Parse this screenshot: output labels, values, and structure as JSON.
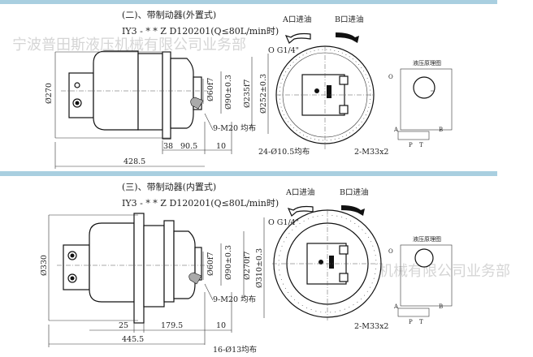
{
  "colors": {
    "band": "#a9cfe0",
    "line": "#222222",
    "watermark": "#c8c8c8"
  },
  "watermark": {
    "top": "宁波普田斯液压机械有限公司业务部",
    "bottom": "宁波普田斯液压机械有限公司业务部"
  },
  "section_external": {
    "title": "(二)、带制动器(外置式)",
    "model": "IY3 - * * Z D120201(Q≤80L/min时)",
    "port_a": "A口进油",
    "port_b": "B口进油",
    "oil_port": "O G1/4\"",
    "dims": {
      "d_outer": "Ø270",
      "d_60": "Ø60f7",
      "d_90": "Ø90±0.3",
      "d_235": "Ø235f7",
      "d_252": "Ø252±0.3",
      "bolts": "9-M20 均布",
      "l_38": "38",
      "l_90_5": "90.5",
      "l_10": "10",
      "total": "428.5",
      "holes": "24-Ø10.5均布",
      "ports": "2-M33x2"
    },
    "schematic": {
      "title": "液压原理图",
      "a": "A",
      "b": "B",
      "p": "P",
      "t": "T",
      "o": "O"
    }
  },
  "section_internal": {
    "title": "(三)、带制动器(内置式)",
    "model": "IY3 - * * Z D120201(Q≤80L/min时)",
    "port_a": "A口进油",
    "port_b": "B口进油",
    "oil_port": "O G1/4\"",
    "dims": {
      "d_outer": "Ø330",
      "d_60": "Ø60f7",
      "d_90": "Ø90±0.3",
      "d_270": "Ø270f7",
      "d_310": "Ø310±0.3",
      "bolts": "9-M20 均布",
      "l_25": "25",
      "l_179_5": "179.5",
      "l_10": "10",
      "total": "445.5",
      "holes": "16-Ø13均布",
      "ports": "2-M33x2"
    },
    "schematic": {
      "title": "液压原理图",
      "a": "A",
      "b": "B",
      "p": "P",
      "t": "T",
      "o": "O"
    }
  }
}
